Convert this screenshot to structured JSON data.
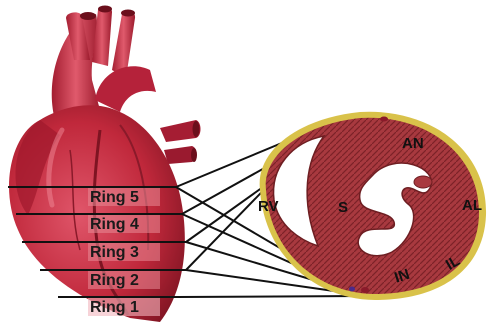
{
  "rings": [
    {
      "label": "Ring 5"
    },
    {
      "label": "Ring 4"
    },
    {
      "label": "Ring 3"
    },
    {
      "label": "Ring 2"
    },
    {
      "label": "Ring 1"
    }
  ],
  "regions": {
    "an": "AN",
    "al": "AL",
    "il": "IL",
    "in": "IN",
    "s": "S",
    "rv": "RV"
  },
  "colors": {
    "heart": "#c0283b",
    "heart_dark": "#7e1422",
    "heart_light": "#e06272",
    "myocardium": "#b2464c",
    "myocardium_dark": "#6e1e22",
    "fat": "#d9c24a",
    "cavity": "#ffffff",
    "ring_line": "#111111"
  }
}
